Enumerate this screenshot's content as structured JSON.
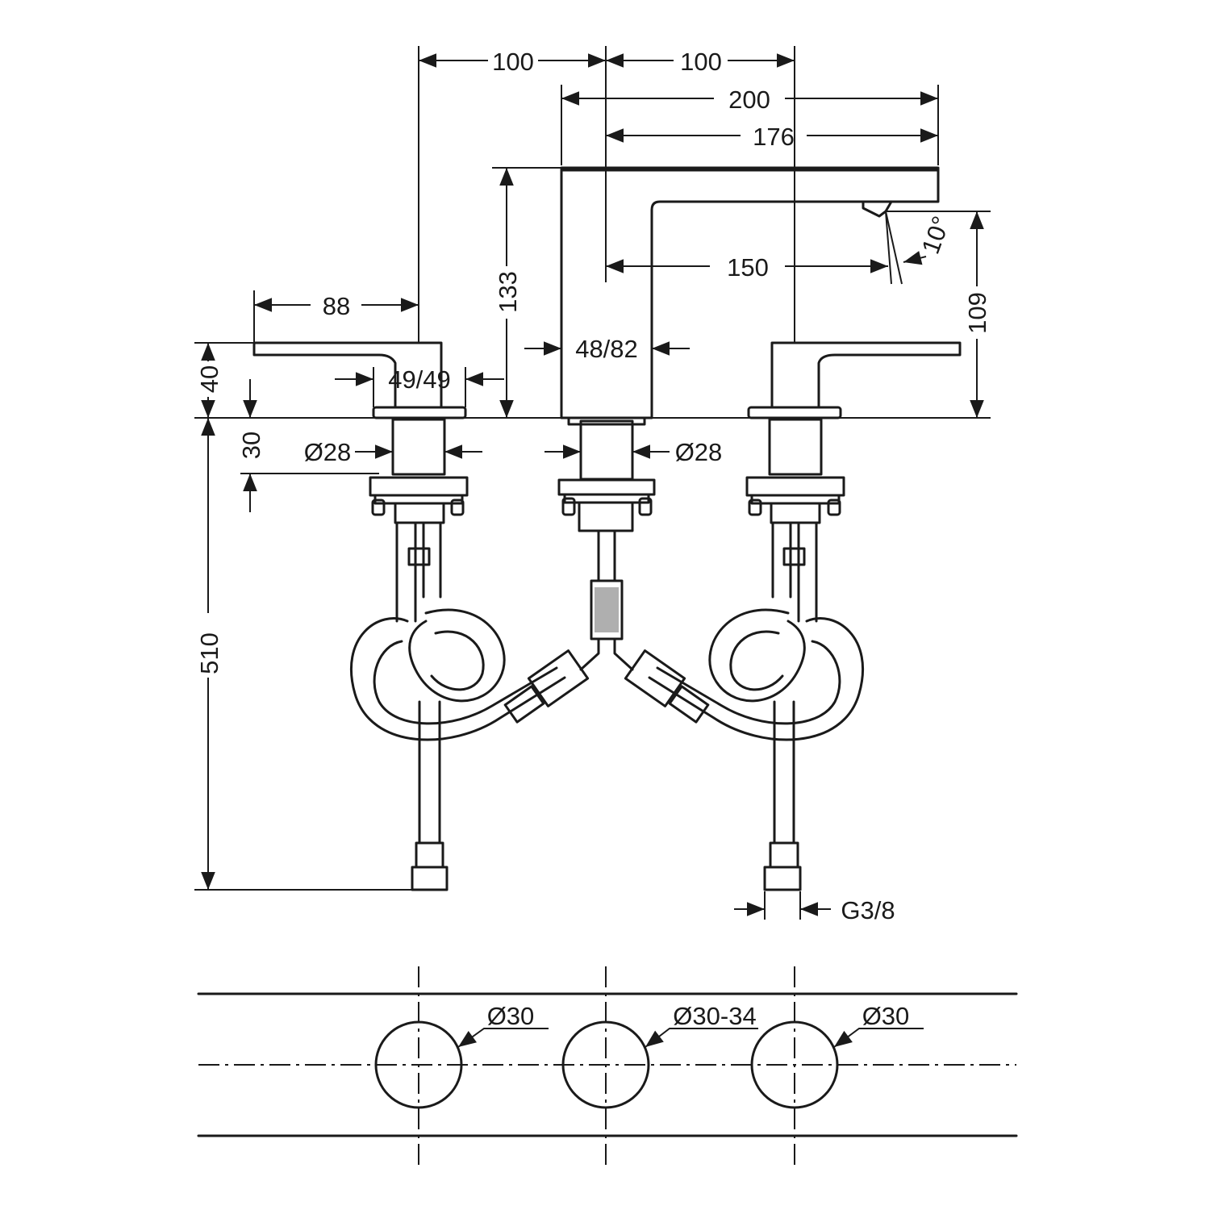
{
  "dimensions": {
    "d100_left": "100",
    "d100_right": "100",
    "d200": "200",
    "d176": "176",
    "d150": "150",
    "d133": "133",
    "d109": "109",
    "d10deg": "10°",
    "d88": "88",
    "d40": "40",
    "d30": "30",
    "d510": "510",
    "d48_82": "48/82",
    "d49_49": "49/49",
    "d28_left": "Ø28",
    "d28_center": "Ø28",
    "g3_8": "G3/8"
  },
  "hole_plan": {
    "left_hole": "Ø30",
    "center_hole": "Ø30-34",
    "right_hole": "Ø30"
  },
  "colors": {
    "line": "#1a1a1a",
    "background": "#ffffff"
  }
}
